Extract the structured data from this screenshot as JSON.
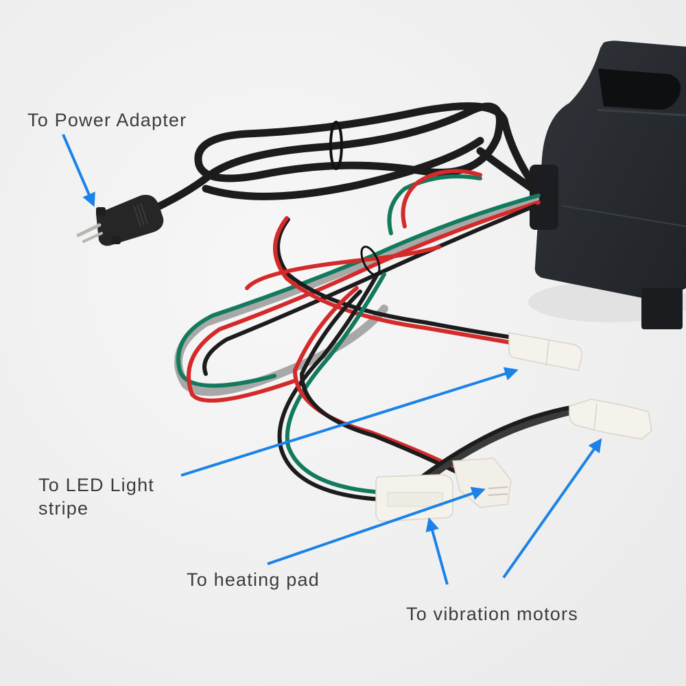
{
  "figure": {
    "type": "wiring-harness-product-photo",
    "background_color": "#f1f1f1",
    "arrow_color": "#1a82e8",
    "label_color": "#3c3c3c",
    "wire_colors": {
      "black": "#1c1c1c",
      "red": "#d42a2a",
      "green": "#137a5e",
      "gray": "#a8a8a8"
    },
    "control_box_color": "#262a2e",
    "connector_color": "#f4f2ea"
  },
  "labels": {
    "power_adapter": "To Power Adapter",
    "led_light": "To LED Light\nstripe",
    "heating_pad": "To heating pad",
    "vibration_motors": "To vibration motors"
  },
  "components": [
    {
      "name": "control-box",
      "description": "black plastic control box"
    },
    {
      "name": "dc-plug",
      "description": "two-pin power plug"
    },
    {
      "name": "led-connector",
      "description": "white 2-pin connector"
    },
    {
      "name": "heating-connector",
      "description": "white connector with pins"
    },
    {
      "name": "vibration-connector-1",
      "description": "white 2-pin connector"
    },
    {
      "name": "vibration-connector-2",
      "description": "white 2-pin connector"
    }
  ]
}
